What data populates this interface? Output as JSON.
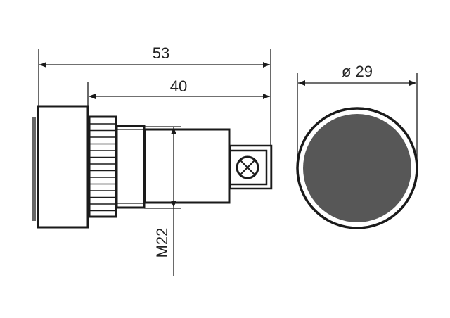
{
  "dimensions": {
    "overall_length": "53",
    "body_length": "40",
    "thread": "M22",
    "diameter": "ø 29"
  },
  "colors": {
    "line": "#1a1a1a",
    "lens": "#575757",
    "bezel_strip": "#666666"
  }
}
